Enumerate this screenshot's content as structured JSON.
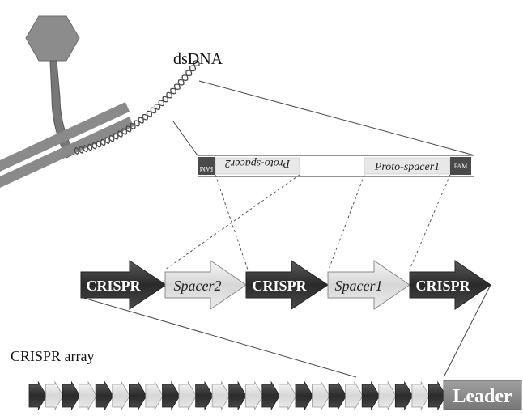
{
  "diagram": {
    "dsdna_label": "dsDNA",
    "pam_left": "PAM",
    "pam_right": "PAM",
    "protospacer_2": "Proto-spacer2",
    "protospacer_1": "Proto-spacer1",
    "repeat_1": "CRISPR",
    "spacer_2": "Spacer2",
    "repeat_2": "CRISPR",
    "spacer_1": "Spacer1",
    "repeat_3": "CRISPR",
    "array_label": "CRISPR array",
    "leader_label": "Leader",
    "array_units": [
      "repeat",
      "spacer",
      "repeat",
      "spacer",
      "repeat",
      "spacer",
      "repeat",
      "spacer",
      "repeat",
      "spacer",
      "repeat",
      "spacer",
      "repeat",
      "spacer",
      "repeat",
      "spacer",
      "repeat",
      "spacer",
      "repeat",
      "spacer",
      "repeat",
      "spacer",
      "repeat",
      "spacer",
      "repeat"
    ],
    "colors": {
      "repeat_dark": "#3c3c3c",
      "spacer_light": "#e4e4e4",
      "phage_head": "#8c8c8c",
      "phage_tail": "#777777",
      "membrane": "#808080",
      "leader": "#8a8a8a"
    }
  }
}
